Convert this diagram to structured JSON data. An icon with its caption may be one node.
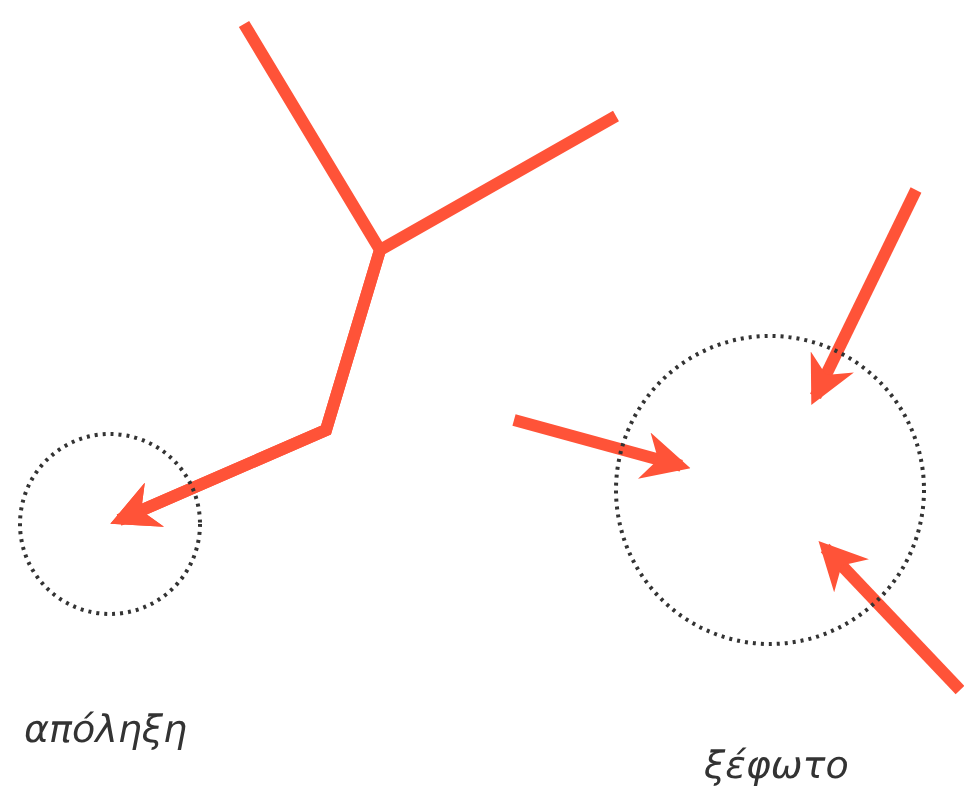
{
  "diagram": {
    "nodes": [
      {
        "text": [],
        "shape": "circle",
        "beside": [
          "απόληξη"
        ]
      },
      {
        "text": [],
        "shape": "circle",
        "beside": [
          "ξέφωτο"
        ]
      }
    ],
    "edges": [
      {
        "from": null,
        "to": 0,
        "arrow": "to"
      },
      {
        "from": null,
        "to": 0,
        "arrow": "to"
      },
      {
        "from": null,
        "to": 1,
        "arrow": "to"
      },
      {
        "from": null,
        "to": 1,
        "arrow": "to"
      },
      {
        "from": null,
        "to": 1,
        "arrow": "to"
      }
    ]
  }
}
